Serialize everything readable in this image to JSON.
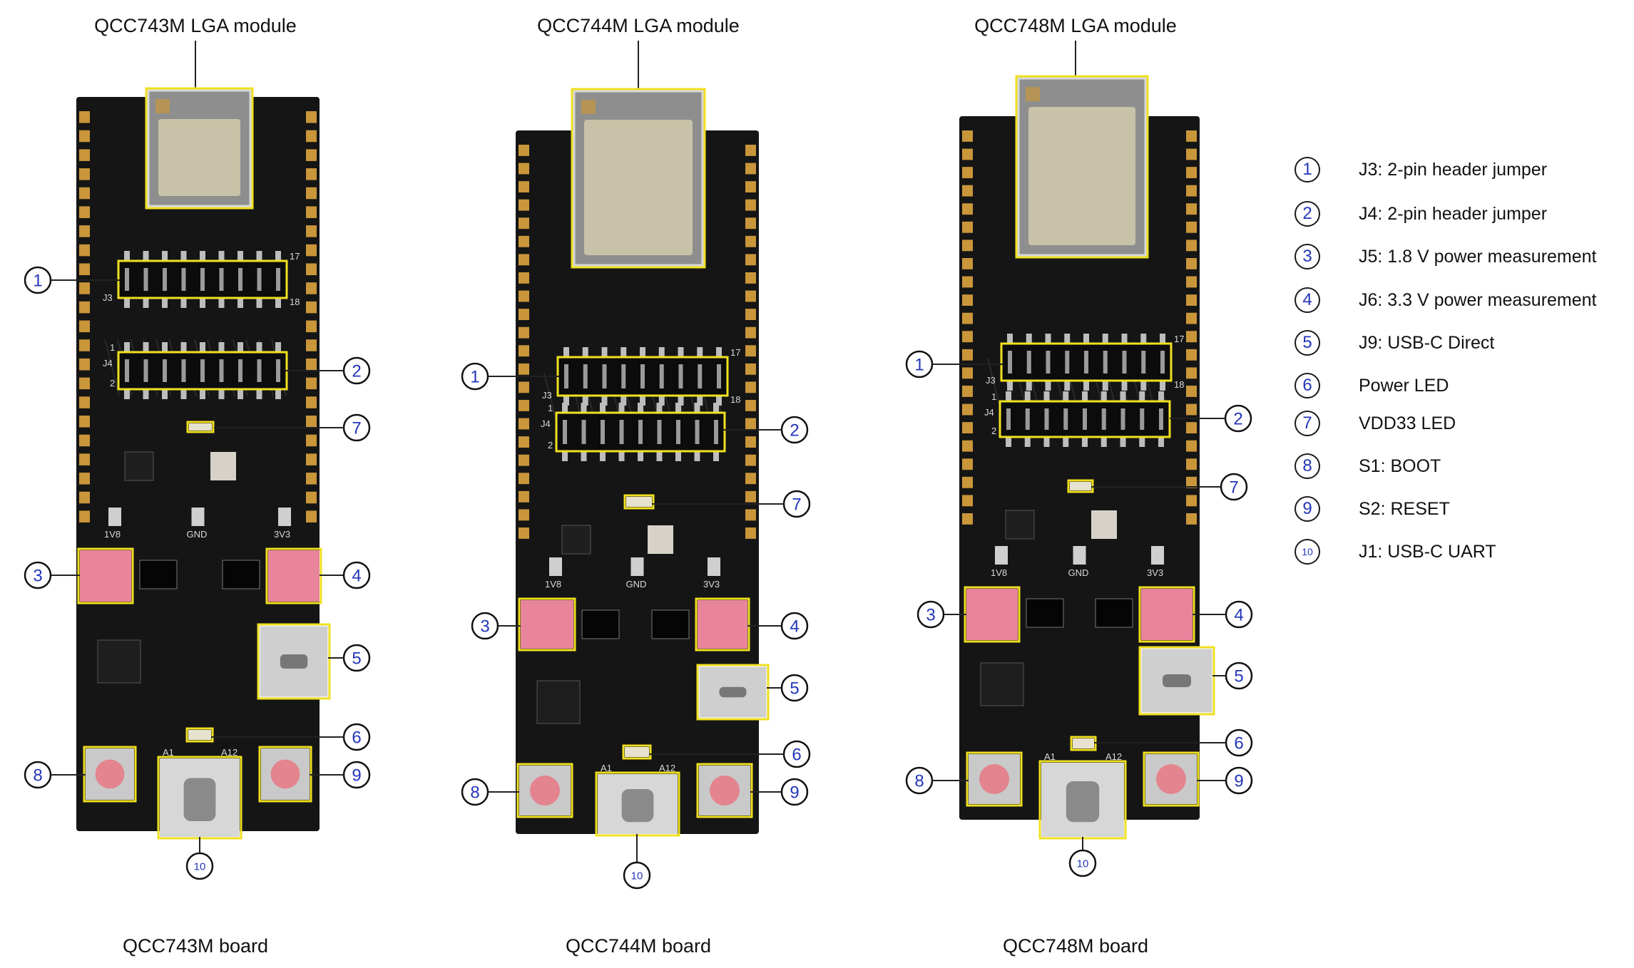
{
  "boards": [
    {
      "module_title": "QCC743M LGA module",
      "board_title": "QCC743M board",
      "silkscreen": {
        "j3": "J3",
        "j4": "J4",
        "pin1": "1",
        "pin2": "2",
        "pin17": "17",
        "pin18": "18",
        "v18": "1V8",
        "gnd": "GND",
        "v33": "3V3",
        "a12": "A12",
        "a1": "A1"
      }
    },
    {
      "module_title": "QCC744M LGA module",
      "board_title": "QCC744M board",
      "silkscreen": {
        "j3": "J3",
        "j4": "J4",
        "pin1": "1",
        "pin2": "2",
        "pin17": "17",
        "pin18": "18",
        "v18": "1V8",
        "gnd": "GND",
        "v33": "3V3",
        "a12": "A12",
        "a1": "A1"
      }
    },
    {
      "module_title": "QCC748M LGA module",
      "board_title": "QCC748M board",
      "silkscreen": {
        "j3": "J3",
        "j4": "J4",
        "pin1": "1",
        "pin2": "2",
        "pin17": "17",
        "pin18": "18",
        "v18": "1V8",
        "gnd": "GND",
        "v33": "3V3",
        "a12": "A12",
        "a1": "A1"
      }
    }
  ],
  "legend": [
    {
      "num": "1",
      "text": "J3: 2-pin header jumper"
    },
    {
      "num": "2",
      "text": "J4: 2-pin header jumper"
    },
    {
      "num": "3",
      "text": "J5: 1.8 V power measurement"
    },
    {
      "num": "4",
      "text": "J6: 3.3 V power measurement"
    },
    {
      "num": "5",
      "text": "J9: USB-C Direct"
    },
    {
      "num": "6",
      "text": "Power LED"
    },
    {
      "num": "7",
      "text": "VDD33 LED"
    },
    {
      "num": "8",
      "text": "S1: BOOT"
    },
    {
      "num": "9",
      "text": "S2: RESET"
    },
    {
      "num": "10",
      "text": "J1: USB-C UART"
    }
  ],
  "colors": {
    "pcb": "#151515",
    "pad": "#c9963a",
    "highlight": "#f0e020",
    "pink": "#e8849c",
    "number": "#2336b8"
  }
}
